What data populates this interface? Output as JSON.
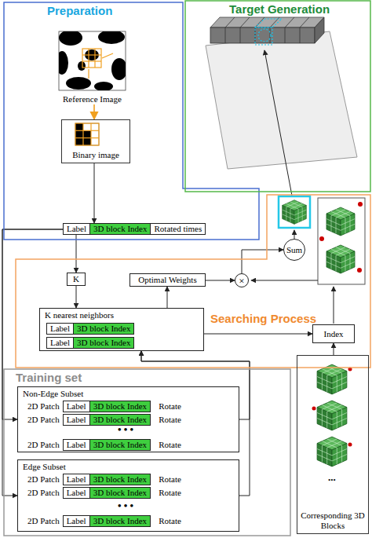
{
  "diagram": {
    "nodes": [
      {
        "text": [
          "Preparation"
        ]
      },
      {
        "text": [
          "Reference Image"
        ],
        "in": 0
      },
      {
        "text": [
          "Binary image"
        ],
        "in": 0
      },
      {
        "text": [
          "Label",
          "3D block Index",
          "Rotated times"
        ],
        "in": 0
      },
      {
        "text": [
          "Target Generation"
        ]
      },
      {
        "text": [
          "Searching Process"
        ]
      },
      {
        "text": [
          "K"
        ],
        "in": 5
      },
      {
        "text": [
          "Optimal Weights"
        ],
        "in": 5
      },
      {
        "text": [
          "×"
        ],
        "in": 5
      },
      {
        "text": [
          "Sum"
        ],
        "in": 5
      },
      {
        "text": [
          "K nearest neighbors"
        ],
        "in": 5
      },
      {
        "text": [
          "Label",
          "3D block Index"
        ],
        "in": 10
      },
      {
        "text": [
          "Label",
          "3D block Index"
        ],
        "in": 10
      },
      {
        "text": [
          "Index"
        ],
        "in": 5
      },
      {
        "text": [
          "Training set"
        ]
      },
      {
        "text": [
          "Non-Edge Subset"
        ],
        "in": 14
      },
      {
        "text": [
          "2D Patch",
          "Label",
          "3D block Index",
          "Rotate"
        ],
        "in": 15
      },
      {
        "text": [
          "2D Patch",
          "Label",
          "3D block Index",
          "Rotate"
        ],
        "in": 15
      },
      {
        "text": [
          "2D Patch",
          "Label",
          "3D block Index",
          "Rotate"
        ],
        "in": 15
      },
      {
        "text": [
          "Edge Subset"
        ],
        "in": 14
      },
      {
        "text": [
          "2D Patch",
          "Label",
          "3D block Index",
          "Rotate"
        ],
        "in": 19
      },
      {
        "text": [
          "2D Patch",
          "Label",
          "3D block Index",
          "Rotate"
        ],
        "in": 19
      },
      {
        "text": [
          "2D Patch",
          "Label",
          "3D block Index",
          "Rotate"
        ],
        "in": 19
      },
      {
        "text": [
          "Corresponding 3D Blocks"
        ]
      }
    ],
    "edges": [
      {
        "from": 1,
        "to": 2,
        "arrow": "to"
      },
      {
        "from": 2,
        "to": 3,
        "arrow": "to"
      },
      {
        "from": 3,
        "to": 6,
        "arrow": "to"
      },
      {
        "from": 6,
        "to": 10,
        "arrow": "to"
      },
      {
        "from": 10,
        "to": 7,
        "arrow": "to"
      },
      {
        "from": 7,
        "to": 8,
        "arrow": "to"
      },
      {
        "from": 8,
        "to": 9,
        "arrow": "to"
      },
      {
        "from": 10,
        "to": 13,
        "arrow": "to"
      },
      {
        "from": 23,
        "to": 13,
        "arrow": "to"
      },
      {
        "from": 15,
        "to": 10,
        "arrow": "to"
      },
      {
        "from": 19,
        "to": 10,
        "arrow": "to"
      },
      {
        "from": 3,
        "to": 15,
        "arrow": "to"
      },
      {
        "from": 3,
        "to": 19,
        "arrow": "to"
      }
    ],
    "labels": [
      "• • •",
      "• • •",
      "..."
    ]
  }
}
